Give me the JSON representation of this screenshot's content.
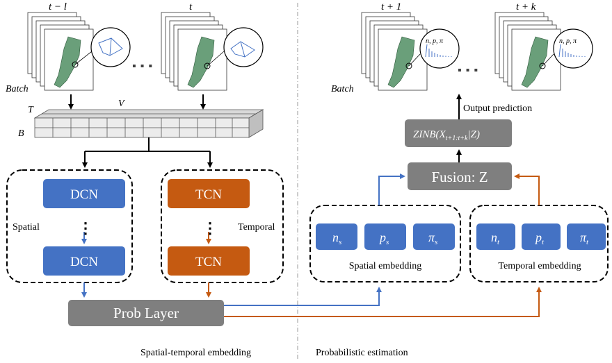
{
  "frames": {
    "left_first": "t − l",
    "left_last": "t",
    "right_first": "t + 1",
    "right_last": "t + k",
    "ellipsis": "▪ ▪ ▪"
  },
  "labels": {
    "batch_left": "Batch",
    "batch_right": "Batch",
    "tensor_T": "T",
    "tensor_V": "V",
    "tensor_B": "B",
    "output_prediction": "Output prediction",
    "spatial": "Spatial",
    "temporal": "Temporal",
    "spatial_embedding": "Spatial embedding",
    "temporal_embedding": "Temporal embedding",
    "spatial_temporal_embedding": "Spatial-temporal embedding",
    "probabilistic_estimation": "Probabilistic estimation",
    "zoom_params": "n, p, π",
    "vdots": "⋮"
  },
  "blocks": {
    "dcn_top": "DCN",
    "dcn_bottom": "DCN",
    "tcn_top": "TCN",
    "tcn_bottom": "TCN",
    "prob_layer": "Prob Layer",
    "fusion": "Fusion: Z",
    "zinb_main": "ZINB(X",
    "zinb_sub": "t+1:t+k",
    "zinb_tail": "|Z)",
    "n_s": "n",
    "n_s_sub": "s",
    "p_s": "p",
    "p_s_sub": "s",
    "pi_s": "π",
    "pi_s_sub": "s",
    "n_t": "n",
    "n_t_sub": "t",
    "p_t": "p",
    "p_t_sub": "t",
    "pi_t": "π",
    "pi_t_sub": "t"
  },
  "colors": {
    "blue": "#4472C4",
    "orange": "#C55A11",
    "gray": "#7F7F7F",
    "map_green": "#6A9F7A"
  }
}
